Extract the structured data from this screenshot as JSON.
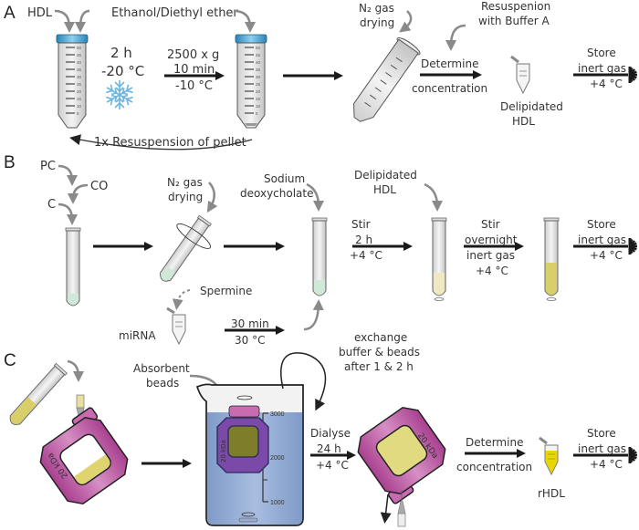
{
  "panels": {
    "A": {
      "letter": "A",
      "inputs": {
        "hdl": "HDL",
        "solvent": "Ethanol/Diethyl ether"
      },
      "incubation": {
        "time": "2 h",
        "temp": "-20 °C"
      },
      "centrifuge": {
        "speed": "2500  x g",
        "time": "10 min",
        "temp": "-10 °C"
      },
      "loop_label": "1x Resuspension of pellet",
      "drying": {
        "line1": "N₂ gas",
        "line2": "drying"
      },
      "resuspension": {
        "line1": "Resuspenion",
        "line2": "with Buffer A"
      },
      "determine": {
        "line1": "Determine",
        "line2": "concentration"
      },
      "product": {
        "line1": "Delipidated",
        "line2": "HDL"
      },
      "store": {
        "line1": "Store",
        "line2": "inert gas",
        "line3": "+4 °C"
      },
      "tube_scale": [
        "50",
        "45",
        "40",
        "35",
        "30",
        "25",
        "20",
        "15",
        "10",
        "5"
      ]
    },
    "B": {
      "letter": "B",
      "inputs": {
        "pc": "PC",
        "co": "CO",
        "c": "C"
      },
      "drying": {
        "line1": "N₂ gas",
        "line2": "drying"
      },
      "detergent": {
        "line1": "Sodium",
        "line2": "deoxycholate"
      },
      "spermine": "Spermine",
      "mirna": "miRNA",
      "mirna_step": {
        "time": "30 min",
        "temp": "30 °C"
      },
      "delipidated": {
        "line1": "Delipidated",
        "line2": "HDL"
      },
      "stir1": {
        "line1": "Stir",
        "line2": "2 h",
        "line3": "+4 °C"
      },
      "stir2": {
        "line1": "Stir",
        "line2": "overnight",
        "line3": "inert gas",
        "line4": "+4 °C"
      },
      "store": {
        "line1": "Store",
        "line2": "inert gas",
        "line3": "+4 °C"
      }
    },
    "C": {
      "letter": "C",
      "cassette_label": "20 kDa",
      "beads": {
        "line1": "Absorbent",
        "line2": "beads"
      },
      "beaker_scale": [
        "3000",
        "2000",
        "1000"
      ],
      "exchange": {
        "line1": "exchange",
        "line2": "buffer & beads",
        "line3": "after 1 & 2 h"
      },
      "dialyse": {
        "line1": "Dialyse",
        "line2": "24 h",
        "line3": "+4 °C"
      },
      "determine": {
        "line1": "Determine",
        "line2": "concentration"
      },
      "product": "rHDL",
      "store": {
        "line1": "Store",
        "line2": "inert gas",
        "line3": "+4 °C"
      }
    }
  },
  "colors": {
    "arrow_black": "#1a1a1a",
    "arrow_grey": "#8a8a8a",
    "cap_blue": "#3a9fd0",
    "snowflake": "#6ab4de",
    "lipid_green": "#cfe8d7",
    "pale_yellow": "#efe8c0",
    "yellow": "#d9cf6a",
    "rhdl_yellow": "#e9d500",
    "cassette_pink": "#b8559f",
    "cassette_purple": "#7b4aa8",
    "buffer_blue": "#8ea8d0",
    "window_olive": "#7d7d2a"
  }
}
